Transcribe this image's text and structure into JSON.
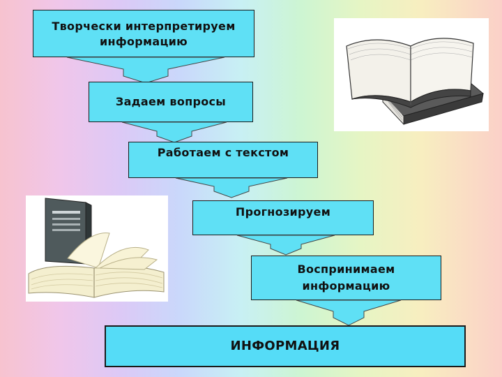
{
  "diagram": {
    "steps": [
      {
        "label": "Творчески интерпретируем\nинформацию"
      },
      {
        "label": "Задаем вопросы"
      },
      {
        "label": "Работаем с текстом"
      },
      {
        "label": "Прогнозируем"
      },
      {
        "label": "Воспринимаем\nинформацию"
      }
    ],
    "final": {
      "label": "ИНФОРМАЦИЯ"
    },
    "images": [
      {
        "icon": "open-books-stack-icon"
      },
      {
        "icon": "open-book-with-closed-book-icon"
      }
    ],
    "colors": {
      "box_fill": "#5fe0f5",
      "box_border": "#1a1a1a",
      "final_fill": "#5fe0f5"
    }
  }
}
